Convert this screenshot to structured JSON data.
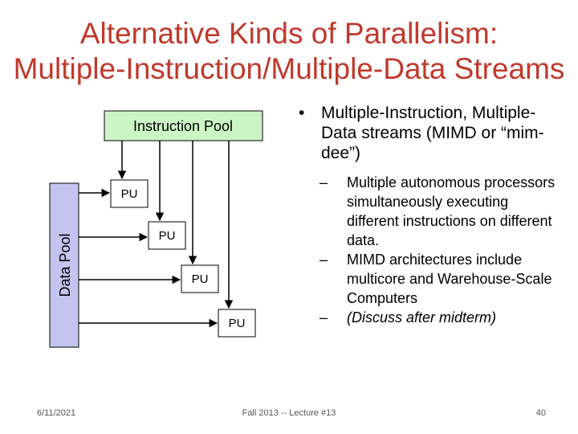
{
  "slide": {
    "title_line1": "Alternative Kinds of Parallelism:",
    "title_line2": "Multiple-Instruction/Multiple-Data Streams"
  },
  "diagram": {
    "instruction_pool_label": "Instruction Pool",
    "data_pool_label": "Data Pool",
    "pu_labels": [
      "PU",
      "PU",
      "PU",
      "PU"
    ]
  },
  "bullets": {
    "main": "Multiple-Instruction, Multiple-Data streams (MIMD or “mim-dee”)",
    "subs": [
      "Multiple autonomous processors simultaneously executing different instructions on different data.",
      "MIMD architectures include multicore and Warehouse-Scale Computers",
      "(Discuss after midterm)"
    ]
  },
  "footer": {
    "date": "6/11/2021",
    "center": "Fall 2013 -- Lecture #13",
    "page": "40"
  },
  "colors": {
    "title": "#c0392b",
    "instruction_pool_fill": "#ccf5c5",
    "data_pool_fill": "#c4c4f0"
  }
}
